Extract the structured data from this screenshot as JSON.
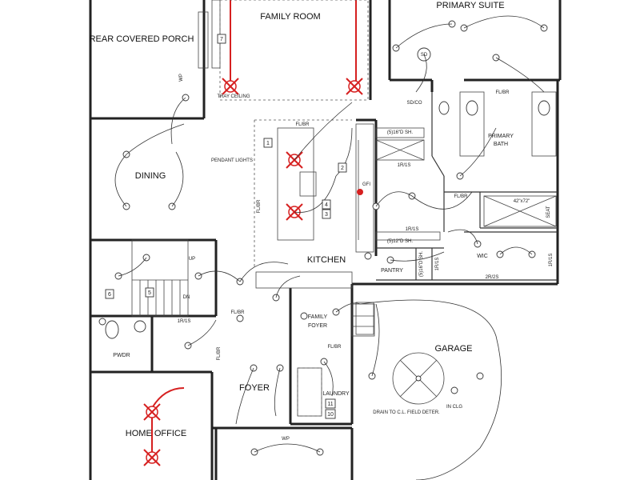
{
  "rooms": {
    "family_room": "FAMILY ROOM",
    "primary_suite": "PRIMARY SUITE",
    "rear_covered_porch": "REAR COVERED PORCH",
    "dining": "DINING",
    "kitchen": "KITCHEN",
    "primary_bath": "PRIMARY BATH",
    "wic": "WIC",
    "pantry": "PANTRY",
    "family_foyer": "FAMILY FOYER",
    "garage": "GARAGE",
    "pwdr": "PWDR",
    "foyer": "FOYER",
    "laundry": "LAUNDRY",
    "home_office": "HOME OFFICE"
  },
  "notes": {
    "tray_ceiling": "TRAY CEILING",
    "pendant_lights": "PENDANT LIGHTS",
    "fl_br_kitchen": "FL/BR",
    "fl_br_left": "FL/BR",
    "fl_br_bath": "FL/BR",
    "fl_br_wic": "FL/BR",
    "fl_br_foyer": "FL/BR",
    "fl_br_family_foyer": "FL/BR",
    "fl_br_laundry": "FL/BR",
    "sh_16_top": "(5)16\"D SH.",
    "sh_12": "(5)12\"D SH.",
    "sh_16_pantry": "(5)16\"D SH.",
    "r_1r1s_top": "1R/1S",
    "r_1r1s_mid": "1R/1S",
    "r_1r1s_pantry": "1R/1S",
    "r_2r2s": "2R/2S",
    "r_1r1s_pwdr": "1R/1S",
    "shower": "42\"x72\"",
    "seat": "SEAT",
    "sd": "SD",
    "sdco": "SD/CO",
    "up": "UP",
    "dn": "DN",
    "wp_porch": "WP",
    "wp_front": "WP",
    "drain": "DRAIN TO C.L. FIELD DETER.",
    "in_clg": "IN CLG",
    "gfi": "GFI"
  },
  "keys": [
    "1",
    "2",
    "3",
    "4",
    "5",
    "6",
    "7",
    "10",
    "11"
  ],
  "colors": {
    "wall": "#222222",
    "accent_red": "#d62020"
  }
}
